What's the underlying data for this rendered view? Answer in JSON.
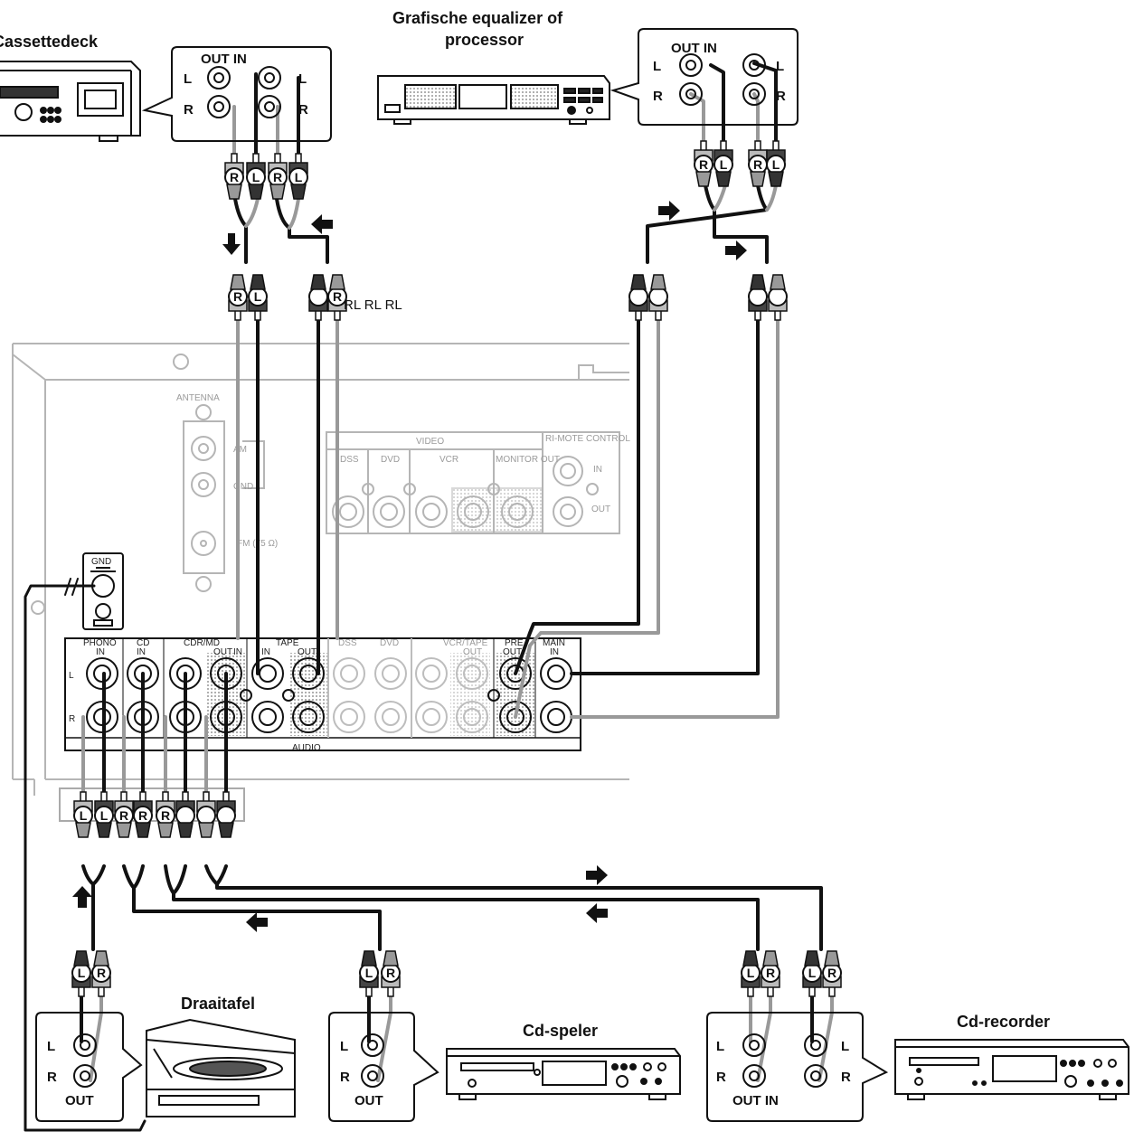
{
  "devices": {
    "cassette": "Cassettedeck",
    "equalizer_line1": "Grafische equalizer of",
    "equalizer_line2": "processor",
    "turntable": "Draaitafel",
    "cd_player": "Cd-speler",
    "cd_recorder": "Cd-recorder"
  },
  "jacks": {
    "out_in": "OUT IN",
    "out": "OUT",
    "left": "L",
    "right": "R"
  },
  "plug_stray_label": "RL RL RL",
  "receiver": {
    "antenna": "ANTENNA",
    "am": "AM",
    "gnd": "GND",
    "fm": "FM (75 Ω)",
    "video": "VIDEO",
    "dss": "DSS",
    "dvd": "DVD",
    "vcr": "VCR",
    "monitor_out": "MONITOR OUT",
    "remote_control": "RI-MOTE CONTROL",
    "in": "IN",
    "out": "OUT",
    "gnd_terminal": "GND",
    "audio": "AUDIO",
    "phono": "PHONO",
    "cd": "CD",
    "cdr_md": "CDR/MD",
    "tape": "TAPE",
    "vcr_tape": "VCR/TAPE",
    "pre": "PRE",
    "main": "MAIN"
  }
}
